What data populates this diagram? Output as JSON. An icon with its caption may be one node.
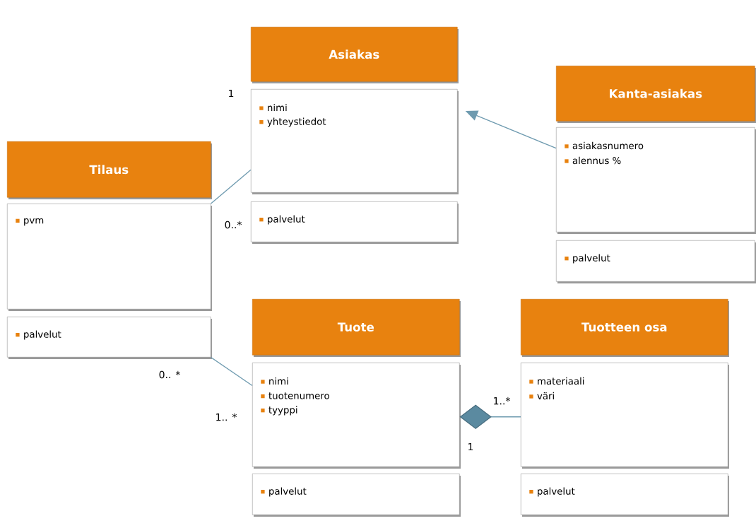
{
  "diagram": {
    "nodes": [
      {
        "text": [
          "Asiakas"
        ]
      },
      {
        "text": [
          "nimi",
          "yhteystiedot"
        ]
      },
      {
        "text": [
          "palvelut"
        ]
      },
      {
        "text": [
          "Kanta-asiakas"
        ]
      },
      {
        "text": [
          "asiakasnumero",
          "alennus %"
        ]
      },
      {
        "text": [
          "palvelut"
        ]
      },
      {
        "text": [
          "Tilaus"
        ]
      },
      {
        "text": [
          "pvm"
        ]
      },
      {
        "text": [
          "palvelut"
        ]
      },
      {
        "text": [
          "Tuote"
        ]
      },
      {
        "text": [
          "nimi",
          "tuotenumero",
          "tyyppi"
        ]
      },
      {
        "text": [
          "palvelut"
        ]
      },
      {
        "text": [
          "Tuotteen osa"
        ]
      },
      {
        "text": [
          "materiaali",
          "väri"
        ]
      },
      {
        "text": [
          "palvelut"
        ]
      }
    ],
    "edges": [
      {
        "from": 7,
        "to": 1,
        "arrow": "none"
      },
      {
        "from": 4,
        "to": 1,
        "arrow": "to"
      },
      {
        "from": 8,
        "to": 10,
        "arrow": "none"
      },
      {
        "from": 10,
        "to": 13,
        "arrow": "other"
      }
    ],
    "labels": [
      "1",
      "0..*",
      "0.. *",
      "1..*",
      "1.. *",
      "1"
    ]
  }
}
